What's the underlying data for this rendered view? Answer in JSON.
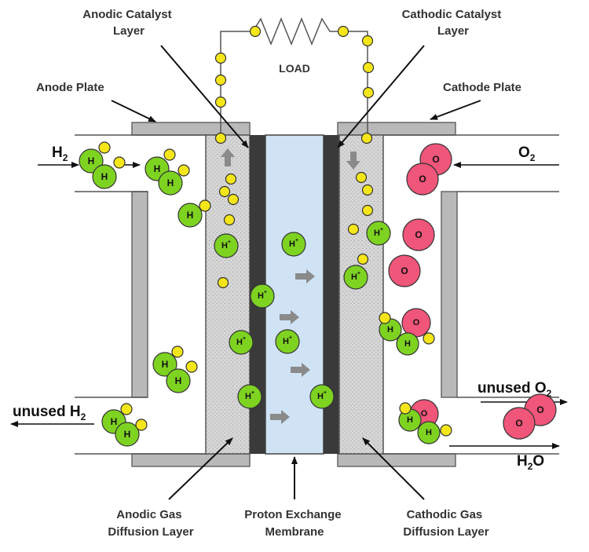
{
  "labels": {
    "anodic_catalyst": [
      "Anodic Catalyst",
      "Layer"
    ],
    "cathodic_catalyst": [
      "Cathodic Catalyst",
      "Layer"
    ],
    "load": "LOAD",
    "anode_plate": "Anode Plate",
    "cathode_plate": "Cathode Plate",
    "h2_in": {
      "base": "H",
      "sub": "2"
    },
    "o2_in": {
      "base": "O",
      "sub": "2"
    },
    "unused_h2": {
      "base": "unused H",
      "sub": "2"
    },
    "unused_o2": {
      "base": "unused O",
      "sub": "2"
    },
    "h2o": {
      "base": "H",
      "sub": "2",
      "tail": "O"
    },
    "anodic_gdl": [
      "Anodic Gas",
      "Diffusion Layer"
    ],
    "pem": [
      "Proton Exchange",
      "Membrane"
    ],
    "cathodic_gdl": [
      "Cathodic Gas",
      "Diffusion Layer"
    ]
  },
  "symbols": {
    "hydrogen": "H",
    "proton_base": "H",
    "proton_charge": "+",
    "oxygen": "O"
  },
  "colors": {
    "hydrogen_atom": "#7ed321",
    "oxygen_atom": "#f0557a",
    "electron": "#f5e61a",
    "membrane": "#cfe3f5",
    "catalyst": "#3a3a3a",
    "gas_diffusion": "#cfcfcf",
    "plate": "#b9b9b9",
    "flow_arrow": "#8a8a8a"
  }
}
